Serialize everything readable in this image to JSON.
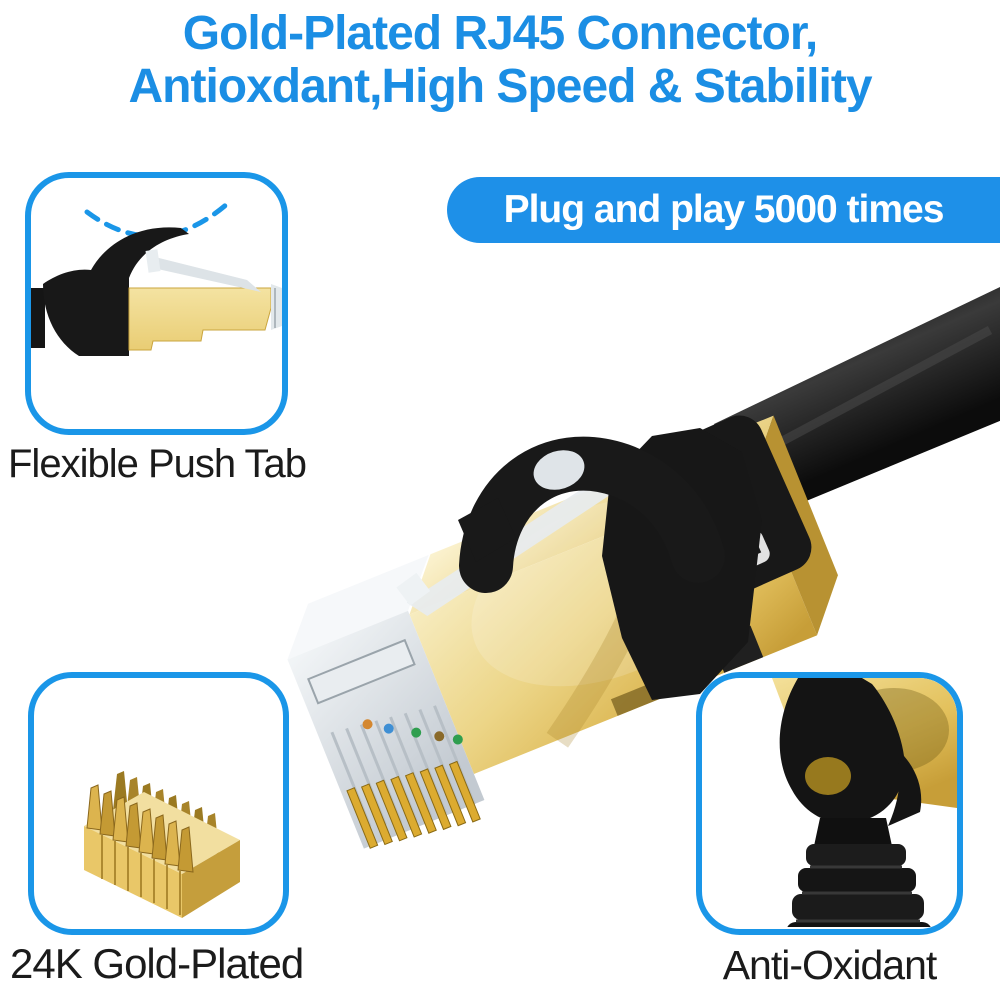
{
  "title": {
    "line1": "Gold-Plated RJ45 Connector,",
    "line2": "Antioxdant,High Speed & Stability"
  },
  "banner": {
    "label": "Plug and play 5000 times"
  },
  "features": [
    {
      "id": "flexible-push-tab",
      "label": "Flexible Push Tab"
    },
    {
      "id": "24k-gold-plated",
      "label": "24K Gold-Plated"
    },
    {
      "id": "anti-oxidant",
      "label": "Anti-Oxidant"
    }
  ],
  "icons": {
    "main_photo": "rj45-connector-photo",
    "push_tab_box": "rj45-side-view-push-tab-illustration",
    "gold_box": "gold-contact-comb-illustration",
    "oxidant_box": "strain-relief-closeup-illustration",
    "motion_arc": "dashed-flex-arc-icon"
  },
  "colors": {
    "accent_blue": "#1a96e8",
    "title_blue": "#1b8ee4",
    "banner_blue": "#1e90e8",
    "label_text": "#1b1b1b",
    "gold": "#e8cd74",
    "gold_light": "#f6e7a8",
    "gold_dark": "#c79e38",
    "black_part": "#161616",
    "background": "#ffffff"
  }
}
